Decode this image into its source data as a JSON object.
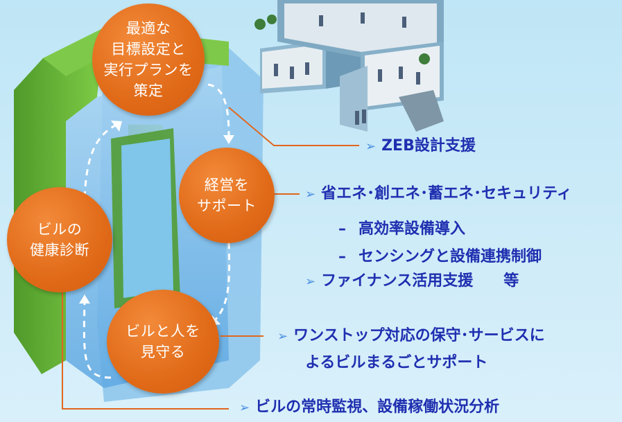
{
  "circles": {
    "top": [
      "最適な",
      "目標設定と",
      "実行プランを",
      "策定"
    ],
    "right": [
      "経営を",
      "サポート"
    ],
    "left": [
      "ビルの",
      "健康診断"
    ],
    "bottom": [
      "ビルと人を",
      "見守る"
    ]
  },
  "bullets": {
    "zeb": "ZEB設計支援",
    "energy": "省エネ･創エネ･蓄エネ･セキュリティ",
    "energy_sub1": "高効率設備導入",
    "energy_sub2": "センシングと設備連携制御",
    "finance": "ファイナンス活用支援　　等",
    "onestop_line1": "ワンストップ対応の保守･サービスに",
    "onestop_line2": "よるビルまるごとサポート",
    "monitoring": "ビルの常時監視、設備稼働状況分析"
  },
  "symbols": {
    "bullet_marker": "➢",
    "dash": "–"
  },
  "colors": {
    "circle": "#e06a18",
    "text_blue": "#1f2fb0",
    "connector_orange": "#e2661d",
    "loop_green": "#6cbf3a",
    "loop_blue": "#5ba7e0"
  }
}
